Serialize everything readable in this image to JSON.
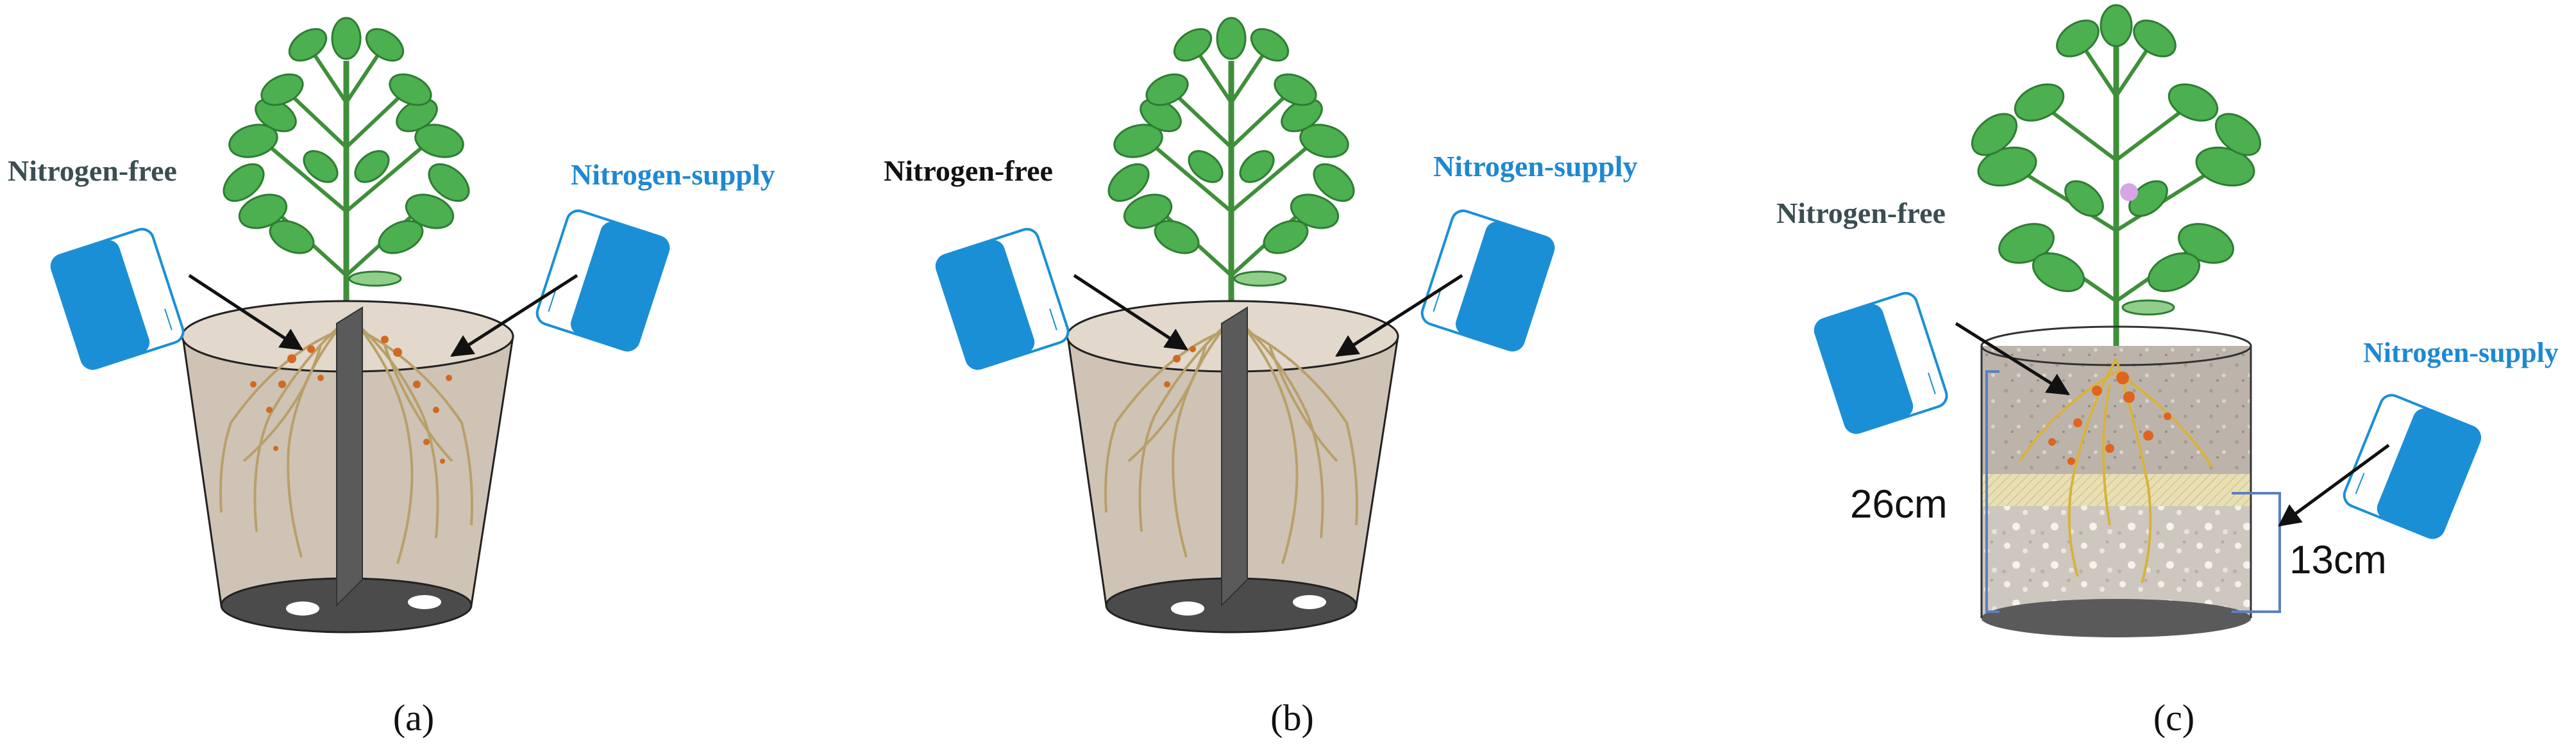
{
  "colors": {
    "label_dark": "#3b4e52",
    "label_black": "#111111",
    "label_blue": "#1e88d2",
    "bag_blue": "#1b8fd6",
    "leaf": "#4caf50",
    "leaf_edge": "#2e7d32",
    "stem": "#3f8f3a",
    "pot_fill": "#cfc3b5",
    "divider": "#5a5a5a",
    "root": "#b8a06a",
    "nodule": "#d2691e",
    "dim_line": "#5b7fc0"
  },
  "panels": [
    {
      "id": "a",
      "caption": "(a)",
      "left_label": "Nitrogen-free",
      "right_label": "Nitrogen-supply"
    },
    {
      "id": "b",
      "caption": "(b)",
      "left_label": "Nitrogen-free",
      "right_label": "Nitrogen-supply"
    },
    {
      "id": "c",
      "caption": "(c)",
      "left_label": "Nitrogen-free",
      "right_label": "Nitrogen-supply",
      "dim_total": "26cm",
      "dim_lower": "13cm"
    }
  ]
}
